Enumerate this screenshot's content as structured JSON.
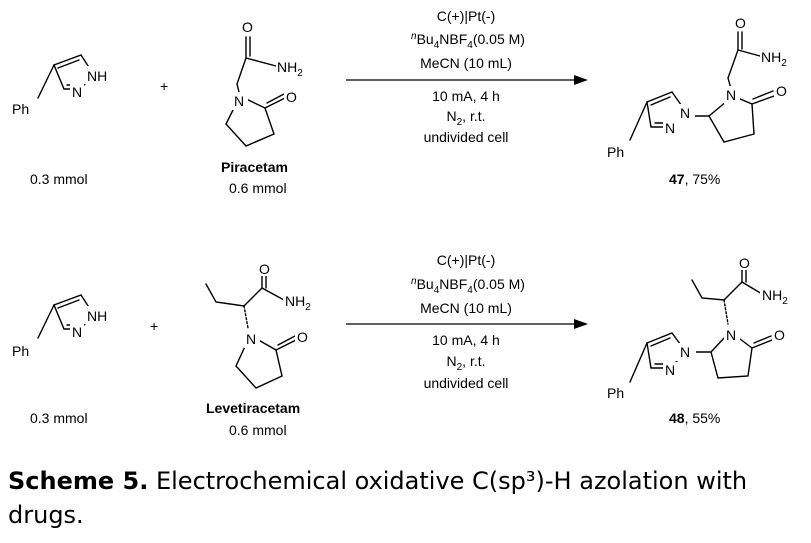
{
  "reactions": [
    {
      "reactant1": {
        "ph": "Ph",
        "nh": "NH",
        "n": "N",
        "amount": "0.3 mmol"
      },
      "plus": "+",
      "reactant2": {
        "o_top": "O",
        "nh2": "NH",
        "nh2_sub": "2",
        "n": "N",
        "o_ring": "O",
        "name": "Piracetam",
        "amount": "0.6 mmol"
      },
      "conditions": {
        "line1": "C(+)|Pt(-)",
        "line2_pre": "n",
        "line2_a": "Bu",
        "line2_b": "4",
        "line2_c": "NBF",
        "line2_d": "4",
        "line2_e": "(0.05 M)",
        "line3": "MeCN (10 mL)",
        "line4": "10 mA, 4 h",
        "line5_a": "N",
        "line5_b": "2",
        "line5_c": ", r.t.",
        "line6": "undivided cell"
      },
      "product": {
        "o_top": "O",
        "nh2": "NH",
        "nh2_sub": "2",
        "n_lactam": "N",
        "o_ring": "O",
        "pz_n1": "N",
        "pz_n2": "N",
        "ph": "Ph",
        "id": "47",
        "yield": ", 75%"
      }
    },
    {
      "reactant1": {
        "ph": "Ph",
        "nh": "NH",
        "n": "N",
        "amount": "0.3 mmol"
      },
      "plus": "+",
      "reactant2": {
        "o_top": "O",
        "nh2": "NH",
        "nh2_sub": "2",
        "n": "N",
        "o_ring": "O",
        "name": "Levetiracetam",
        "amount": "0.6 mmol"
      },
      "conditions": {
        "line1": "C(+)|Pt(-)",
        "line2_pre": "n",
        "line2_a": "Bu",
        "line2_b": "4",
        "line2_c": "NBF",
        "line2_d": "4",
        "line2_e": "(0.05 M)",
        "line3": "MeCN (10 mL)",
        "line4": "10 mA, 4 h",
        "line5_a": "N",
        "line5_b": "2",
        "line5_c": ", r.t.",
        "line6": "undivided cell"
      },
      "product": {
        "o_top": "O",
        "nh2": "NH",
        "nh2_sub": "2",
        "n_lactam": "N",
        "o_ring": "O",
        "pz_n1": "N",
        "pz_n2": "N",
        "ph": "Ph",
        "id": "48",
        "yield": ", 55%"
      }
    }
  ],
  "caption": {
    "label": "Scheme 5.",
    "text": " Electrochemical oxidative C(sp³)-H azolation with drugs."
  }
}
